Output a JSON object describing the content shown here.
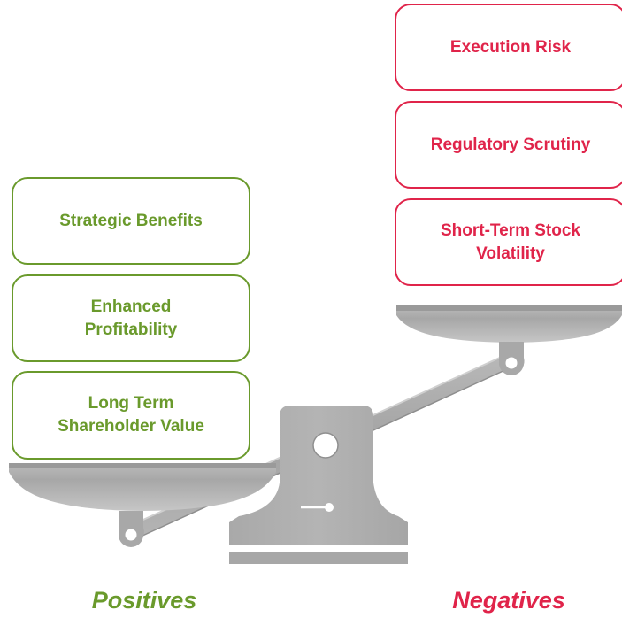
{
  "colors": {
    "positive": "#6a9a2c",
    "negative": "#e0244a",
    "scale_gray": "#aeaeae",
    "scale_dark": "#8f8f8f",
    "background": "#ffffff"
  },
  "positives": {
    "caption": "Positives",
    "items": [
      {
        "label": "Strategic Benefits"
      },
      {
        "label": "Enhanced\nProfitability"
      },
      {
        "label": "Long Term\nShareholder Value"
      }
    ]
  },
  "negatives": {
    "caption": "Negatives",
    "items": [
      {
        "label": "Execution Risk"
      },
      {
        "label": "Regulatory Scrutiny"
      },
      {
        "label": "Short-Term Stock\nVolatility"
      }
    ]
  },
  "balance": {
    "heavier_side": "positives",
    "icon": "balance-scale-icon"
  }
}
